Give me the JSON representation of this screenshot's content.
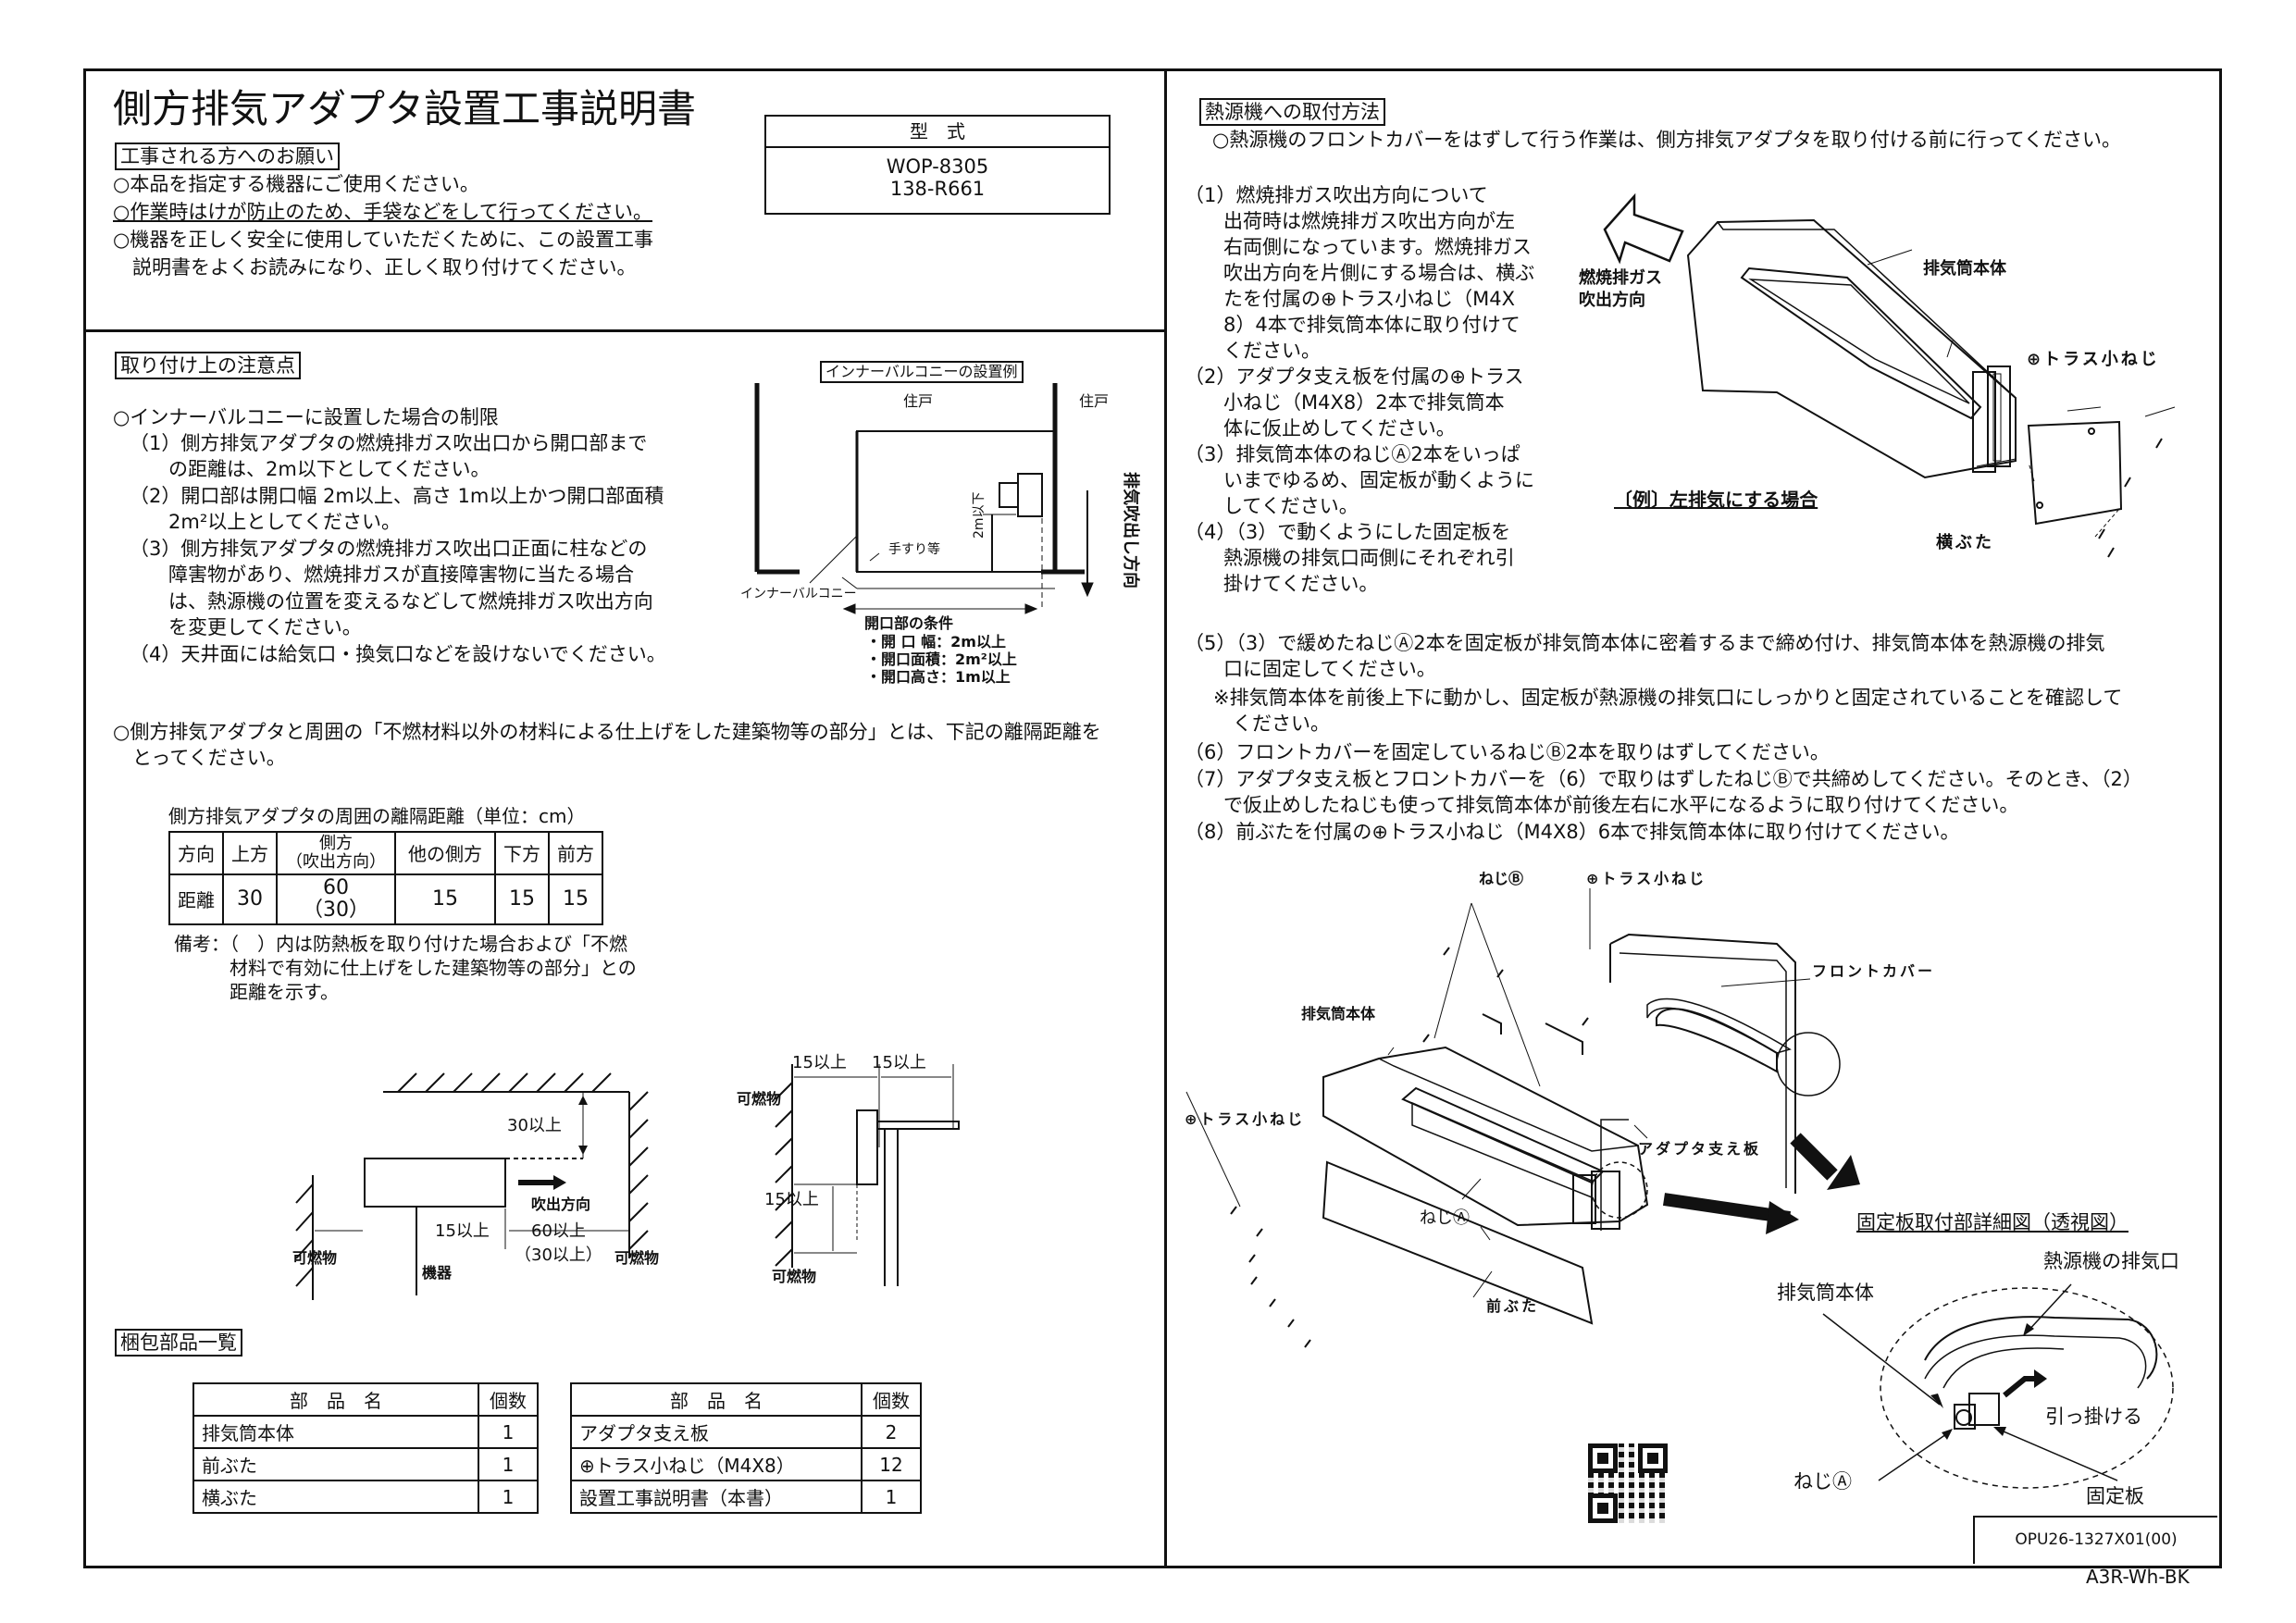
{
  "title": "側方排気アダプタ設置工事説明書",
  "model": {
    "header": "型　式",
    "lines": [
      "WOP-8305",
      "138-R661"
    ]
  },
  "request": {
    "heading": "工事される方へのお願い",
    "items": [
      "○本品を指定する機器にご使用ください。",
      "○作業時はけが防止のため、手袋などをして行ってください。",
      "○機器を正しく安全に使用していただくために、この設置工事",
      "　説明書をよくお読みになり、正しく取り付けてください。"
    ]
  },
  "cautions": {
    "heading": "取り付け上の注意点",
    "balcony_title": "○インナーバルコニーに設置した場合の制限",
    "items": [
      "（1）側方排気アダプタの燃焼排ガス吹出口から開口部まで",
      "　　の距離は、2m以下としてください。",
      "（2）開口部は開口幅 2m以上、高さ 1m以上かつ開口部面積",
      "　　2m²以上としてください。",
      "（3）側方排気アダプタの燃焼排ガス吹出口正面に柱などの",
      "　　障害物があり、燃焼排ガスが直接障害物に当たる場合",
      "　　は、熱源機の位置を変えるなどして燃焼排ガス吹出方向",
      "　　を変更してください。",
      "（4）天井面には給気口・換気口などを設けないでください。"
    ],
    "distance_note": [
      "○側方排気アダプタと周囲の「不燃材料以外の材料による仕上げをした建築物等の部分」とは、下記の離隔距離を",
      "　とってください。"
    ]
  },
  "balcony_diagram": {
    "title": "インナーバルコニーの設置例",
    "resident_left": "住戸",
    "resident_right": "住戸",
    "height_label": "2m以下",
    "handrail": "手すり等",
    "inner_balcony": "インナーバルコニー",
    "exhaust_dir": "排気吹出し方向",
    "conditions_title": "開口部の条件",
    "conditions": [
      "・開 口 幅：2m以上",
      "・開口面積：2m²以上",
      "・開口高さ：1m以上"
    ]
  },
  "distance_table": {
    "caption": "側方排気アダプタの周囲の離隔距離（単位：cm）",
    "headers": [
      "方向",
      "上方",
      "側方\n（吹出方向）",
      "他の側方",
      "下方",
      "前方"
    ],
    "row": [
      "距離",
      "30",
      "60\n（30）",
      "15",
      "15",
      "15"
    ],
    "note": [
      "備考：（　）内は防熱板を取り付けた場合および「不燃",
      "　　　材料で有効に仕上げをした建築物等の部分」との",
      "　　　距離を示す。"
    ]
  },
  "clearance_diagram": {
    "top": "30以上",
    "blow": "吹出方向",
    "side": "15以上",
    "front_a": "60以上",
    "front_b": "（30以上）",
    "comb_left": "可燃物",
    "comb_right": "可燃物",
    "unit": "機器"
  },
  "side_diagram": {
    "a": "15以上",
    "b": "15以上",
    "c": "15以上",
    "comb_top": "可燃物",
    "comb_bottom": "可燃物"
  },
  "parts": {
    "heading": "梱包部品一覧",
    "col_name": "部　品　名",
    "col_qty": "個数",
    "left": [
      {
        "name": "排気筒本体",
        "qty": "1"
      },
      {
        "name": "前ぶた",
        "qty": "1"
      },
      {
        "name": "横ぶた",
        "qty": "1"
      }
    ],
    "right": [
      {
        "name": "アダプタ支え板",
        "qty": "2"
      },
      {
        "name": "⊕トラス小ねじ（M4X8）",
        "qty": "12"
      },
      {
        "name": "設置工事説明書（本書）",
        "qty": "1"
      }
    ]
  },
  "install": {
    "heading": "熱源機への取付方法",
    "intro": "○熱源機のフロントカバーをはずして行う作業は、側方排気アダプタを取り付ける前に行ってください。",
    "steps_narrow": [
      "（1）燃焼排ガス吹出方向について",
      "　　出荷時は燃焼排ガス吹出方向が左",
      "　　右両側になっています。燃焼排ガス",
      "　　吹出方向を片側にする場合は、横ぶ",
      "　　たを付属の⊕トラス小ねじ（M4X",
      "　　8）4本で排気筒本体に取り付けて",
      "　　ください。",
      "（2）アダプタ支え板を付属の⊕トラス",
      "　　小ねじ（M4X8）2本で排気筒本",
      "　　体に仮止めしてください。",
      "（3）排気筒本体のねじⒶ2本をいっぱ",
      "　　いまでゆるめ、固定板が動くように",
      "　　してください。",
      "（4）（3）で動くようにした固定板を",
      "　　熱源機の排気口両側にそれぞれ引",
      "　　掛けてください。"
    ],
    "steps_wide": [
      "（5）（3）で緩めたねじⒶ2本を固定板が排気筒本体に密着するまで締め付け、排気筒本体を熱源機の排気",
      "　　口に固定してください。",
      "　※排気筒本体を前後上下に動かし、固定板が熱源機の排気口にしっかりと固定されていることを確認して",
      "　　ください。",
      "（6）フロントカバーを固定しているねじⒷ2本を取りはずしてください。",
      "（7）アダプタ支え板とフロントカバーを（6）で取りはずしたねじⒷで共締めしてください。そのとき、（2）",
      "　　で仮止めしたねじも使って排気筒本体が前後左右に水平になるように取り付けてください。",
      "（8）前ぶたを付属の⊕トラス小ねじ（M4X8）6本で排気筒本体に取り付けてください。"
    ]
  },
  "fig1": {
    "blow_dir": [
      "燃焼排ガス",
      "吹出方向"
    ],
    "body": "排気筒本体",
    "screw": "⊕トラス小ねじ",
    "caption": "〔例〕左排気にする場合",
    "side_cover": "横ぶた"
  },
  "fig2": {
    "screw_b": "ねじⒷ",
    "truss": "⊕トラス小ねじ",
    "front_cover": "フロントカバー",
    "body": "排気筒本体",
    "truss_left": "⊕トラス小ねじ",
    "adapter": "アダプタ支え板",
    "screw_a": "ねじⒶ",
    "front_lid": "前ぶた"
  },
  "detail": {
    "title": "固定板取付部詳細図（透視図）",
    "outlet": "熱源機の排気口",
    "body": "排気筒本体",
    "hook": "引っ掛ける",
    "screw_a": "ねじⒶ",
    "plate": "固定板"
  },
  "doc_code": "OPU26-1327X01(00)",
  "footer_code": "A3R-Wh-BK"
}
